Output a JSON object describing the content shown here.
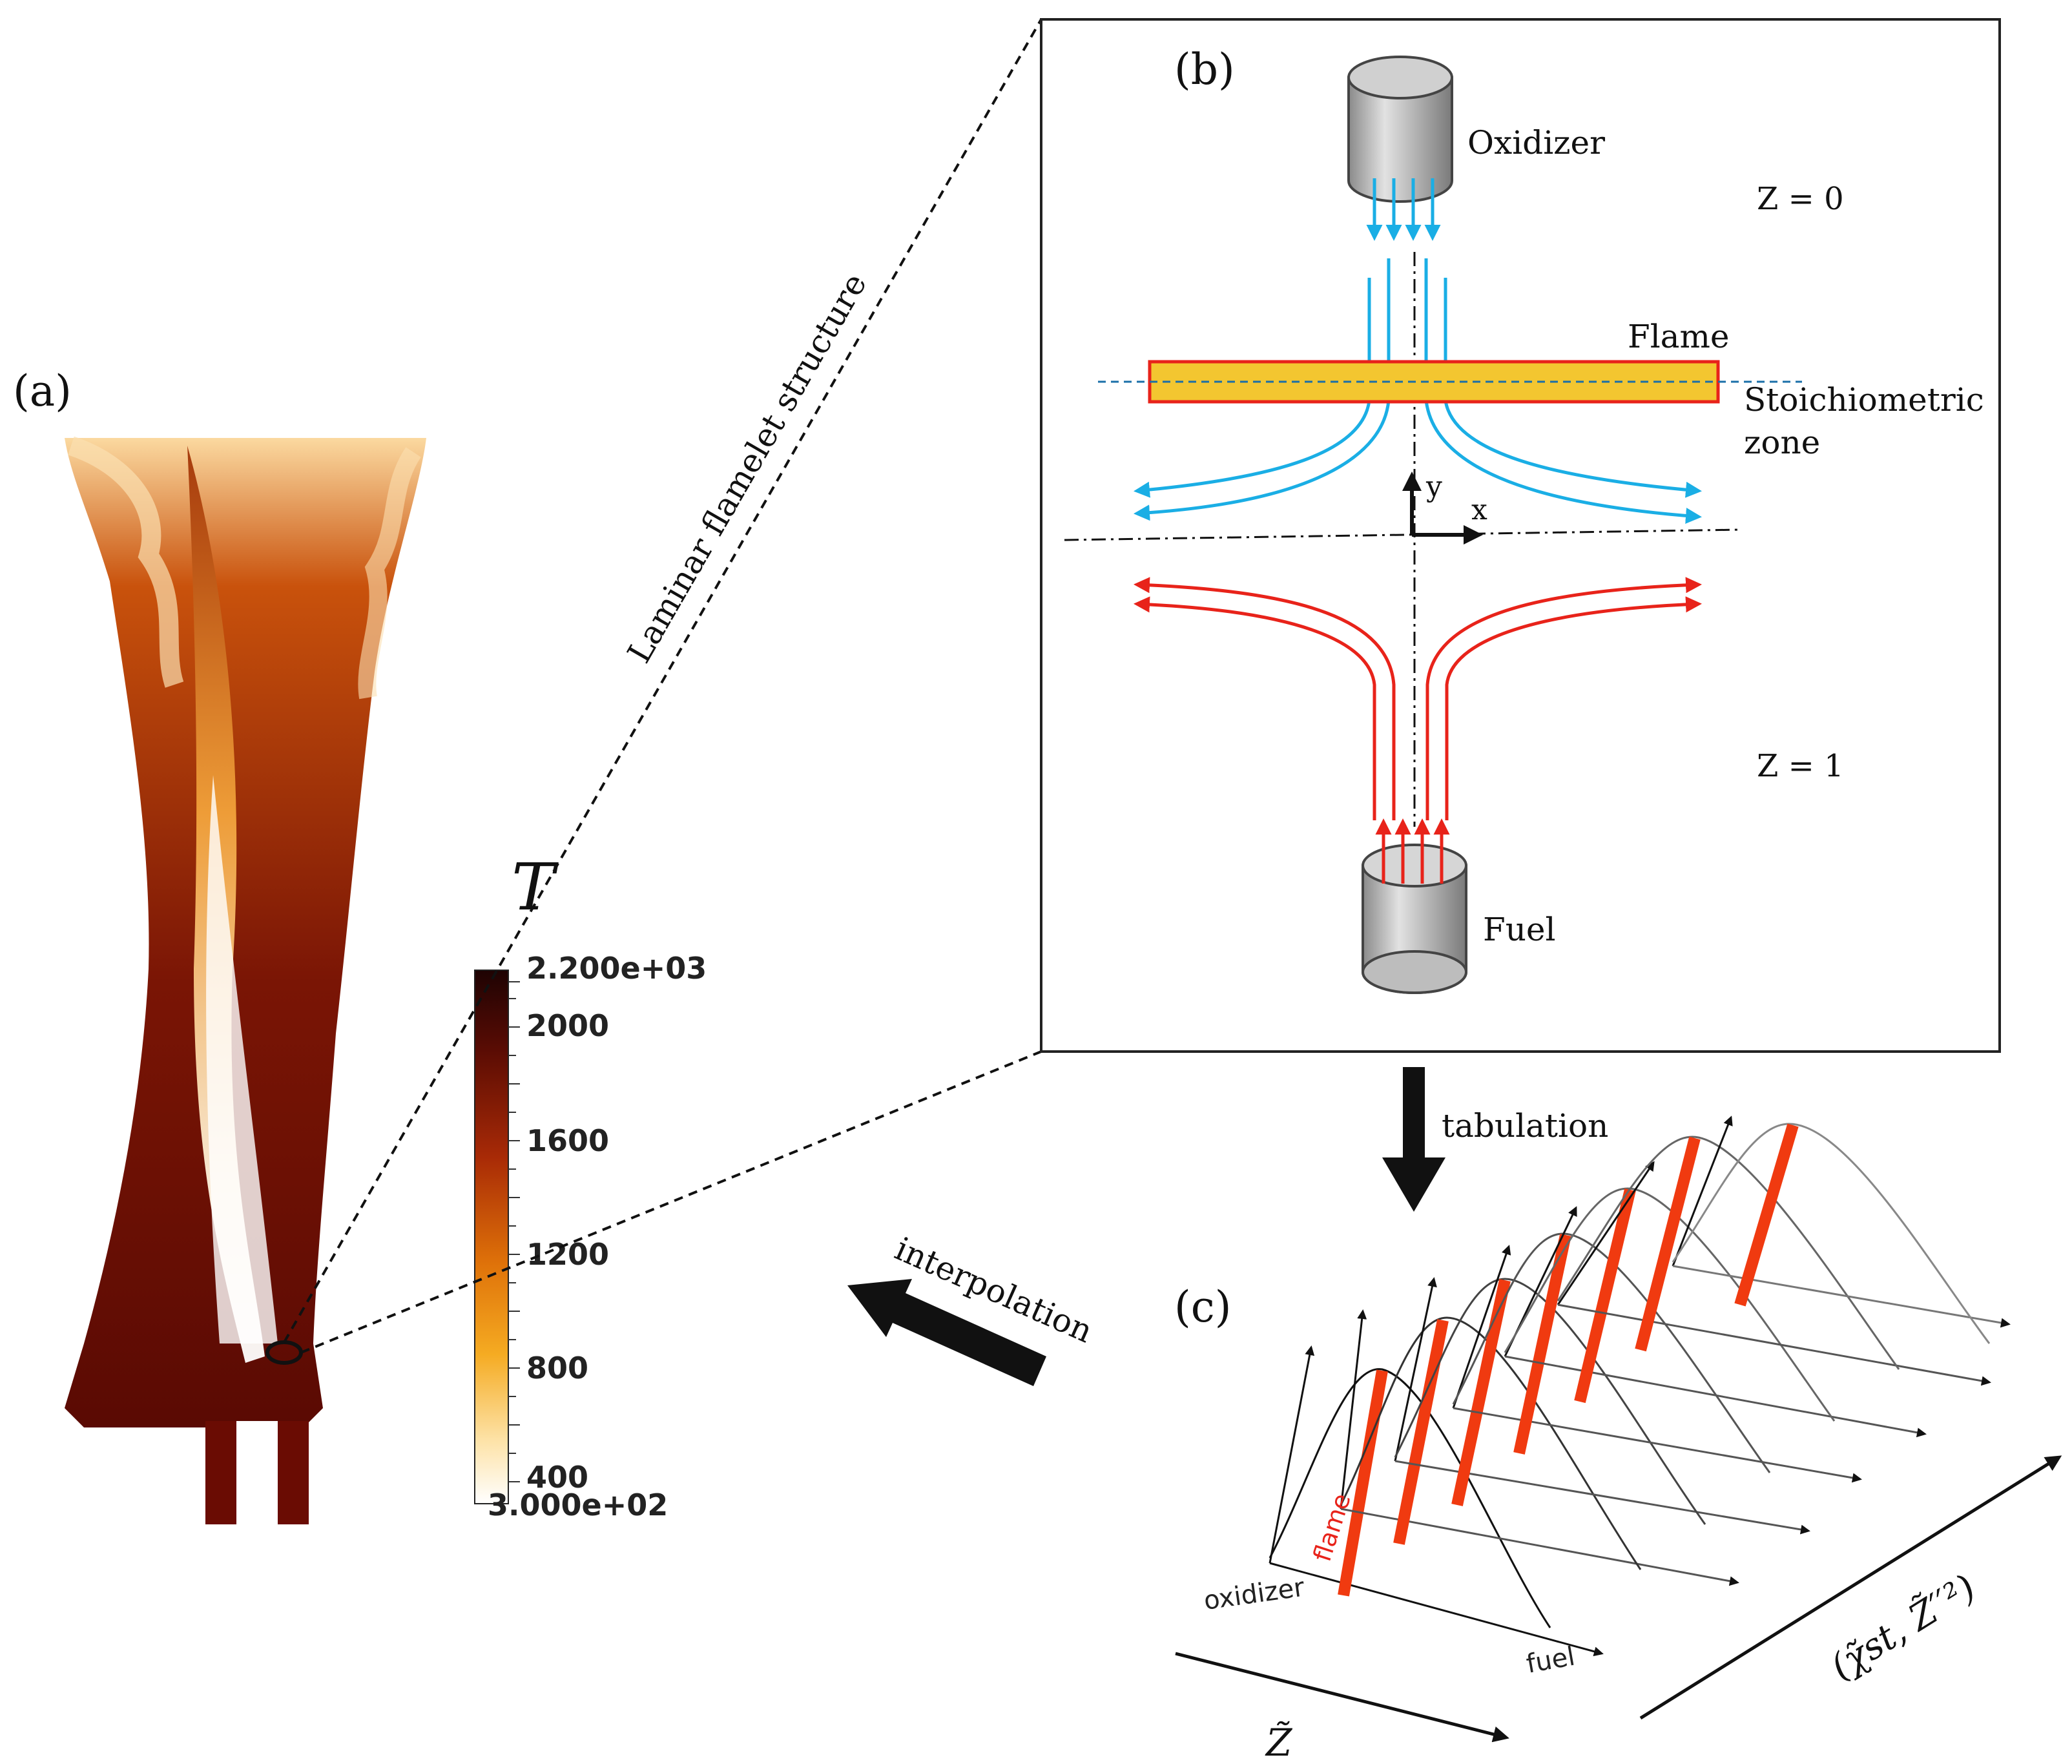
{
  "panel_a": {
    "label": "(a)",
    "colorbar": {
      "variable": "T",
      "ticks": [
        "2.200e+03",
        "2000",
        "1600",
        "1200",
        "800",
        "400",
        "3.000e+02"
      ],
      "colors": [
        "#2a0505",
        "#7a1205",
        "#c23a05",
        "#e8820a",
        "#f7b429",
        "#fde9b4",
        "#ffffff"
      ]
    }
  },
  "zoom_label": "Laminar flamelet structure",
  "panel_b": {
    "label": "(b)",
    "oxidizer": "Oxidizer",
    "fuel": "Fuel",
    "z0": "Z = 0",
    "z1": "Z = 1",
    "flame": "Flame",
    "stoich_line1": "Stoichiometric",
    "stoich_line2": "zone",
    "axis_y": "y",
    "axis_x": "x",
    "colors": {
      "oxidizer_flow": "#1aaee5",
      "fuel_flow": "#e8231a",
      "flame_fill": "#f3c630",
      "flame_edge": "#e8231a"
    }
  },
  "tabulation": "tabulation",
  "interpolation": "interpolation",
  "panel_c": {
    "label": "(c)",
    "flame_word": "flame",
    "oxidizer": "oxidizer",
    "fuel": "fuel",
    "axis_z": "Z̃",
    "axis_chi": "(χ̃st, Z̃′′²)"
  }
}
